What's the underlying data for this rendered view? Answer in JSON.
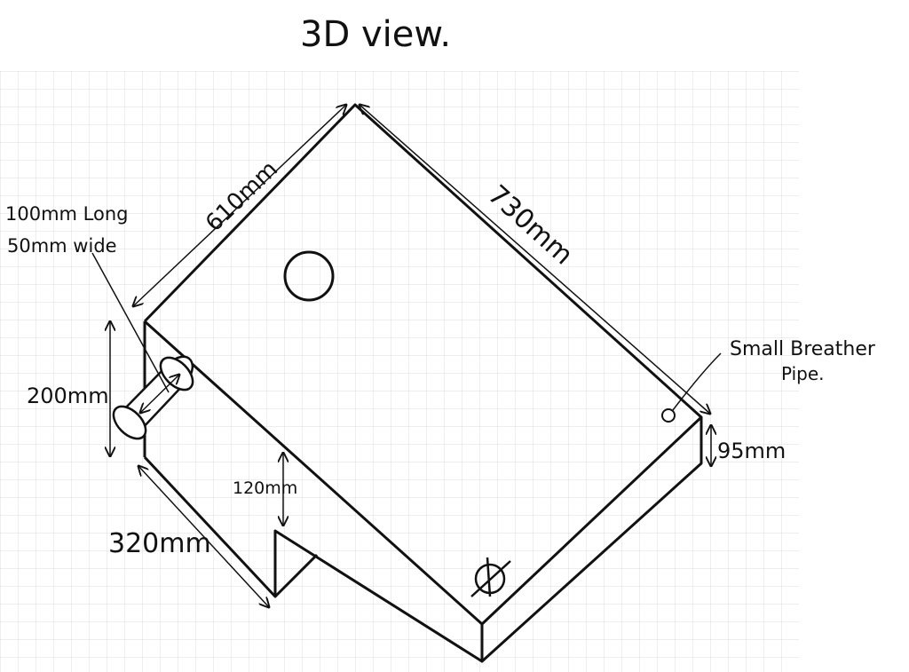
{
  "title": "3D view.",
  "labels": {
    "top_width": "610mm",
    "top_length": "730mm",
    "pipe_note_line1": "100mm Long",
    "pipe_note_line2": "50mm wide",
    "left_height": "200mm",
    "step_height": "120mm",
    "bottom_length": "320mm",
    "breather_line1": "Small Breather",
    "breather_line2": "Pipe.",
    "right_height": "95mm"
  },
  "colors": {
    "grid": "#dcdcdc",
    "ink": "#111111",
    "paper": "#ffffff"
  }
}
